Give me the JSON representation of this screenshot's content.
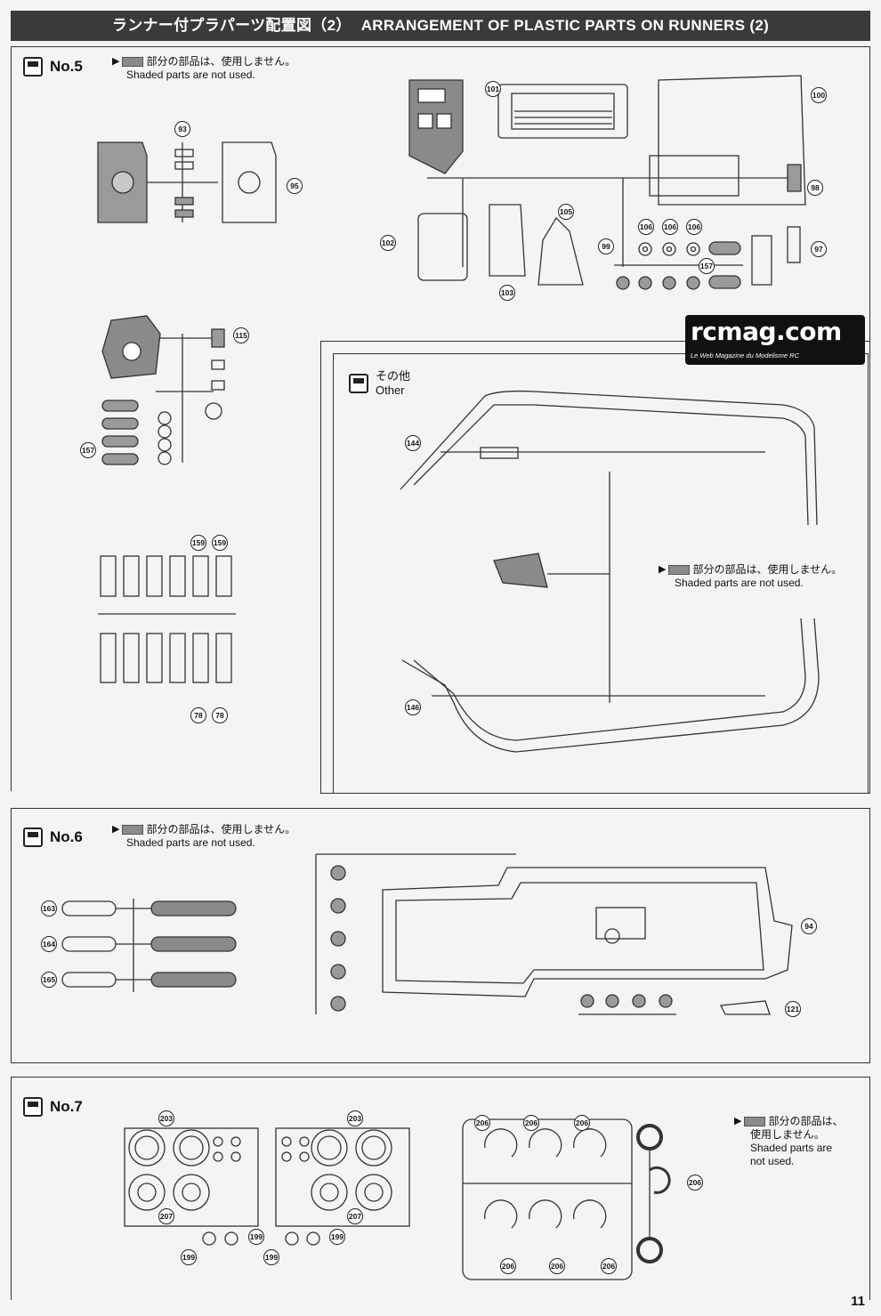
{
  "header": {
    "title_jp": "ランナー付プラパーツ配置図（2）",
    "title_en": "ARRANGEMENT OF PLASTIC PARTS ON RUNNERS (2)"
  },
  "note": {
    "jp": "部分の部品は、使用しません。",
    "en": "Shaded parts are not used.",
    "no7_jp_1": "部分の部品は、",
    "no7_jp_2": "使用しません。",
    "no7_en_1": "Shaded parts are",
    "no7_en_2": "not used."
  },
  "runners": {
    "no5": "No.5",
    "no6": "No.6",
    "no7": "No.7",
    "other_jp": "その他",
    "other_en": "Other"
  },
  "parts": {
    "p93": "93",
    "p95": "95",
    "p101": "101",
    "p100": "100",
    "p98": "98",
    "p102": "102",
    "p103": "103",
    "p105": "105",
    "p106": "106",
    "p99": "99",
    "p157": "157",
    "p97": "97",
    "p115": "115",
    "p159": "159",
    "p78": "78",
    "p144": "144",
    "p146": "146",
    "p163": "163",
    "p164": "164",
    "p165": "165",
    "p94": "94",
    "p121": "121",
    "p203": "203",
    "p207": "207",
    "p199": "199",
    "p206": "206"
  },
  "logo": {
    "main": "rcmag.com",
    "sub": "Le Web Magazine du Modelisme RC"
  },
  "page_number": "11",
  "colors": {
    "banner": "#3a3a3a",
    "shaded_part": "#8a8a8a",
    "line": "#333333"
  }
}
